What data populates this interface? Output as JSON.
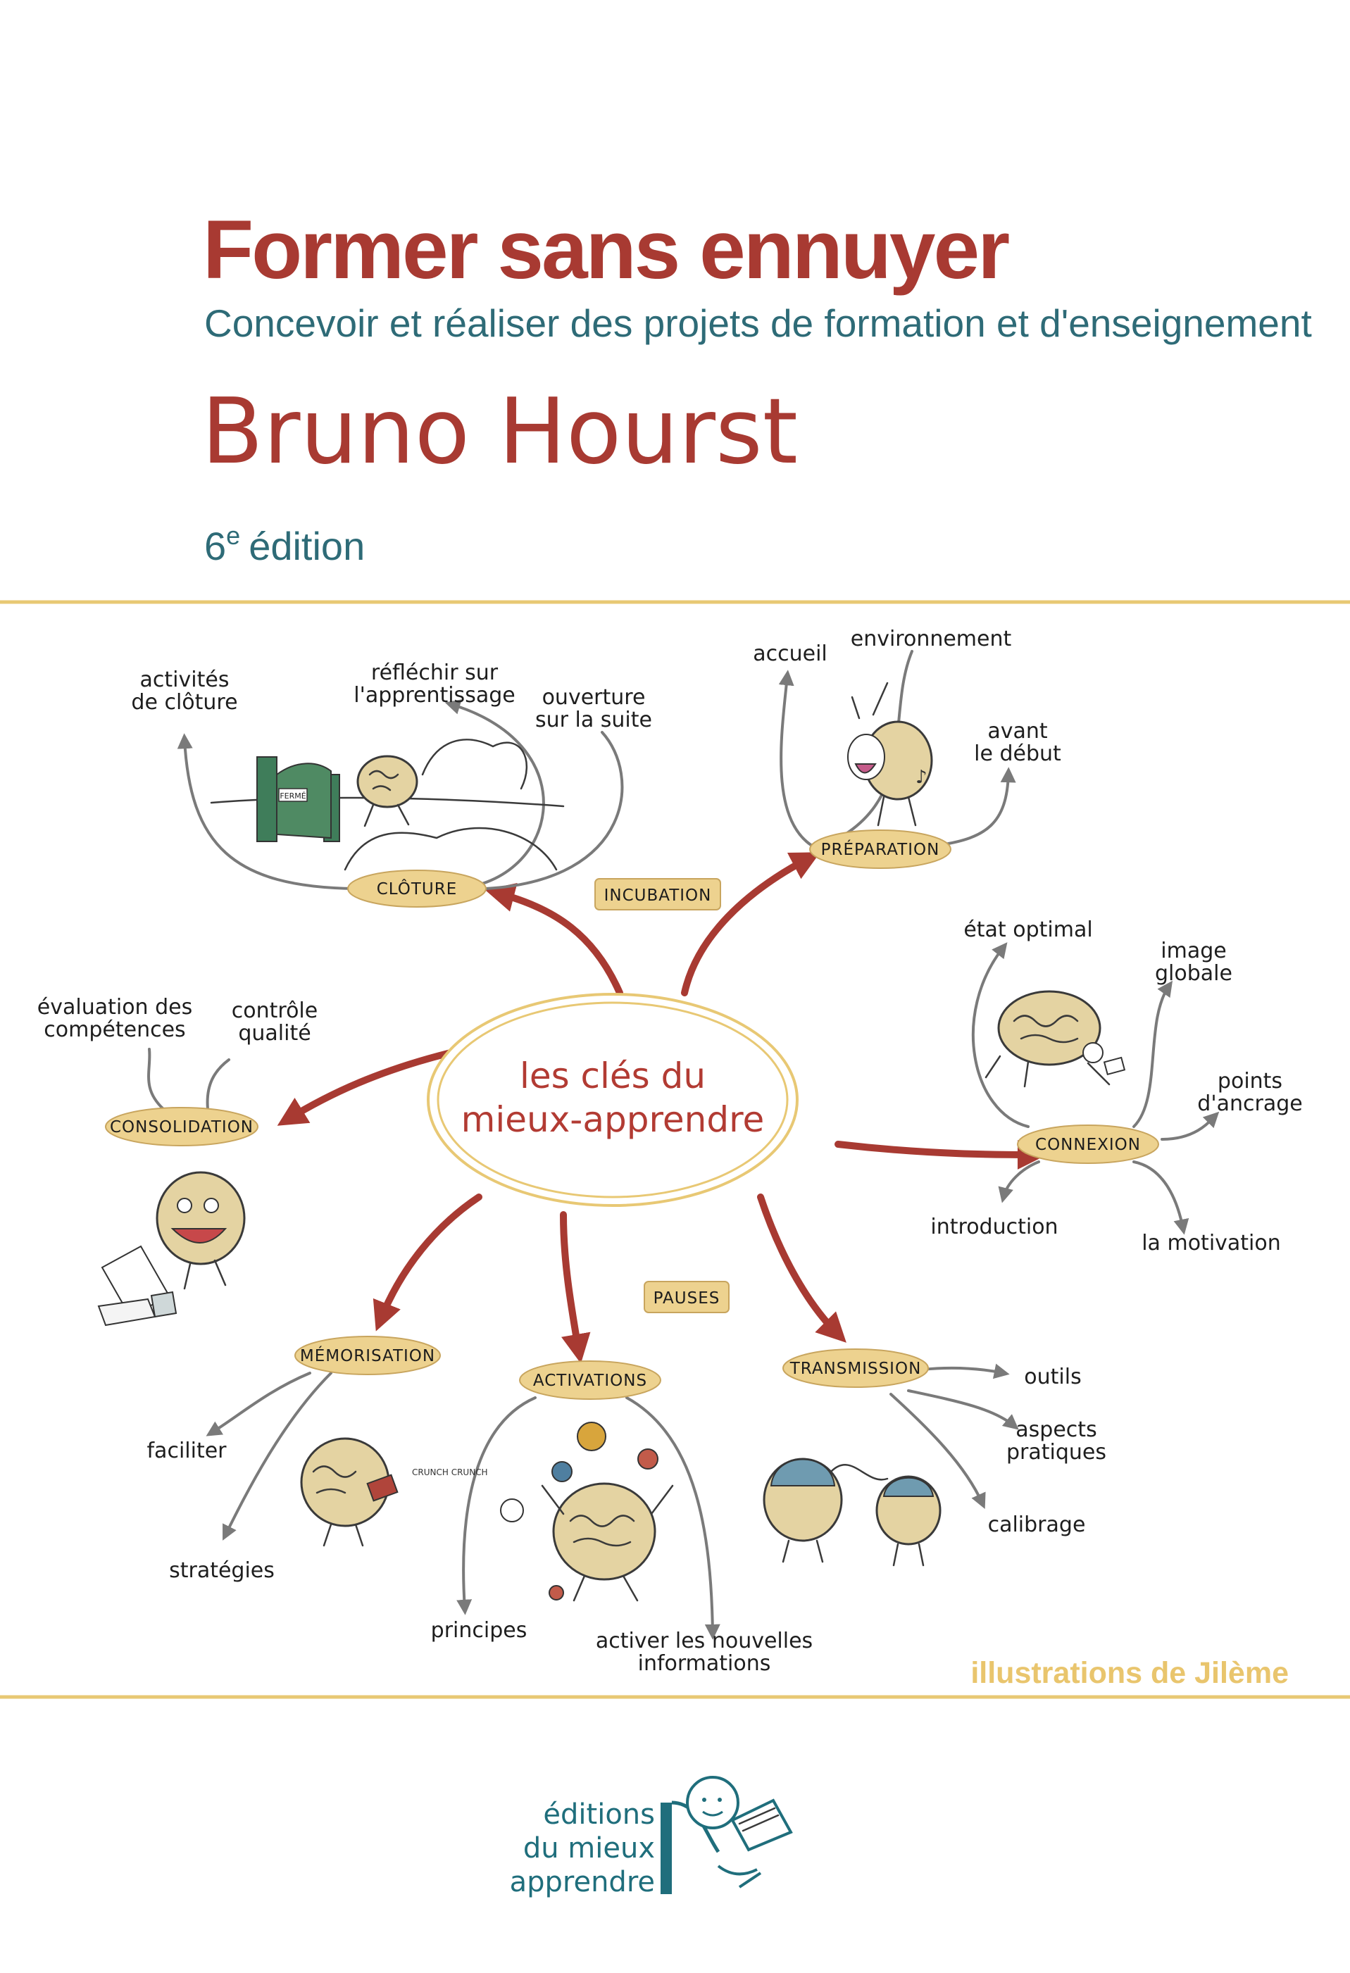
{
  "book": {
    "title": "Former sans ennuyer",
    "subtitle": "Concevoir et réaliser des projets de formation et d'enseignement",
    "author": "Bruno Hourst",
    "edition_number": "6",
    "edition_suffix": "e",
    "edition_word": "édition"
  },
  "mindmap": {
    "center_line1": "les clés du",
    "center_line2": "mieux-apprendre",
    "nodes": {
      "cloture": {
        "label": "CLÔTURE",
        "leaves": [
          [
            "activités",
            "de clôture"
          ],
          [
            "réfléchir sur",
            "l'apprentissage"
          ],
          [
            "ouverture",
            "sur la suite"
          ]
        ]
      },
      "preparation": {
        "label": "PRÉPARATION",
        "leaves": [
          [
            "accueil"
          ],
          [
            "environnement"
          ],
          [
            "avant",
            "le début"
          ]
        ]
      },
      "connexion": {
        "label": "CONNEXION",
        "leaves": [
          [
            "état optimal"
          ],
          [
            "image",
            "globale"
          ],
          [
            "points",
            "d'ancrage"
          ],
          [
            "introduction"
          ],
          [
            "la motivation"
          ]
        ]
      },
      "consolidation": {
        "label": "CONSOLIDATION",
        "leaves": [
          [
            "évaluation des",
            "compétences"
          ],
          [
            "contrôle",
            "qualité"
          ]
        ]
      },
      "memorisation": {
        "label": "MÉMORISATION",
        "leaves": [
          [
            "faciliter"
          ],
          [
            "stratégies"
          ]
        ]
      },
      "activations": {
        "label": "ACTIVATIONS",
        "leaves": [
          [
            "principes"
          ],
          [
            "activer les nouvelles",
            "informations"
          ]
        ]
      },
      "transmission": {
        "label": "TRANSMISSION",
        "leaves": [
          [
            "outils"
          ],
          [
            "aspects",
            "pratiques"
          ],
          [
            "calibrage"
          ]
        ]
      }
    },
    "extras": {
      "incubation": "INCUBATION",
      "pauses": "PAUSES"
    },
    "illustration_texts": {
      "gate_sign": "FERMÉ",
      "book_cover": "CRUNCH CRUNCH"
    }
  },
  "credit": "illustrations de Jilème",
  "publisher": {
    "line1": "éditions",
    "line2": "du mieux",
    "line3": "apprendre"
  },
  "colors": {
    "title_red": "#a83a32",
    "subtitle_teal": "#2e6b77",
    "rule_gold": "#e8c874",
    "pill_fill": "#edd28f",
    "credit_gold": "#e9c56d",
    "publisher_teal": "#1f6e7c"
  },
  "icons": {
    "publisher_logo": "reading-child-logo",
    "brains": "brain-character-illustrations"
  }
}
